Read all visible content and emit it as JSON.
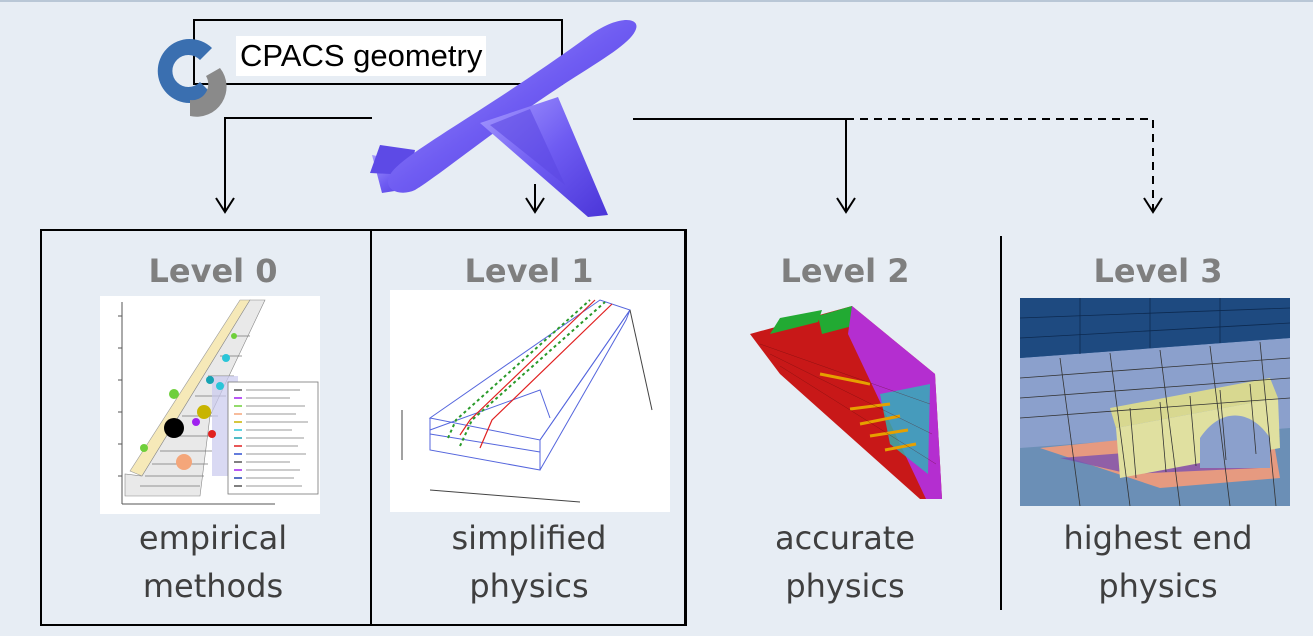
{
  "header": {
    "cpacs_label": "CPACS geometry"
  },
  "levels": [
    {
      "title": "Level 0",
      "caption_line1": "empirical",
      "caption_line2": "methods",
      "icon": "empirical-wing-chart"
    },
    {
      "title": "Level 1",
      "caption_line1": "simplified",
      "caption_line2": "physics",
      "icon": "wing-beam-model"
    },
    {
      "title": "Level 2",
      "caption_line1": "accurate",
      "caption_line2": "physics",
      "icon": "fem-wing-mesh"
    },
    {
      "title": "Level 3",
      "caption_line1": "highest end",
      "caption_line2": "physics",
      "icon": "detailed-structure-mesh"
    }
  ],
  "colors": {
    "background": "#e7edf4",
    "level_title": "#7f7f7f",
    "caption": "#3f3f3f",
    "plane": "#6f5cf2",
    "logo_blue": "#3a6fb0",
    "logo_gray": "#8a8a8a"
  }
}
